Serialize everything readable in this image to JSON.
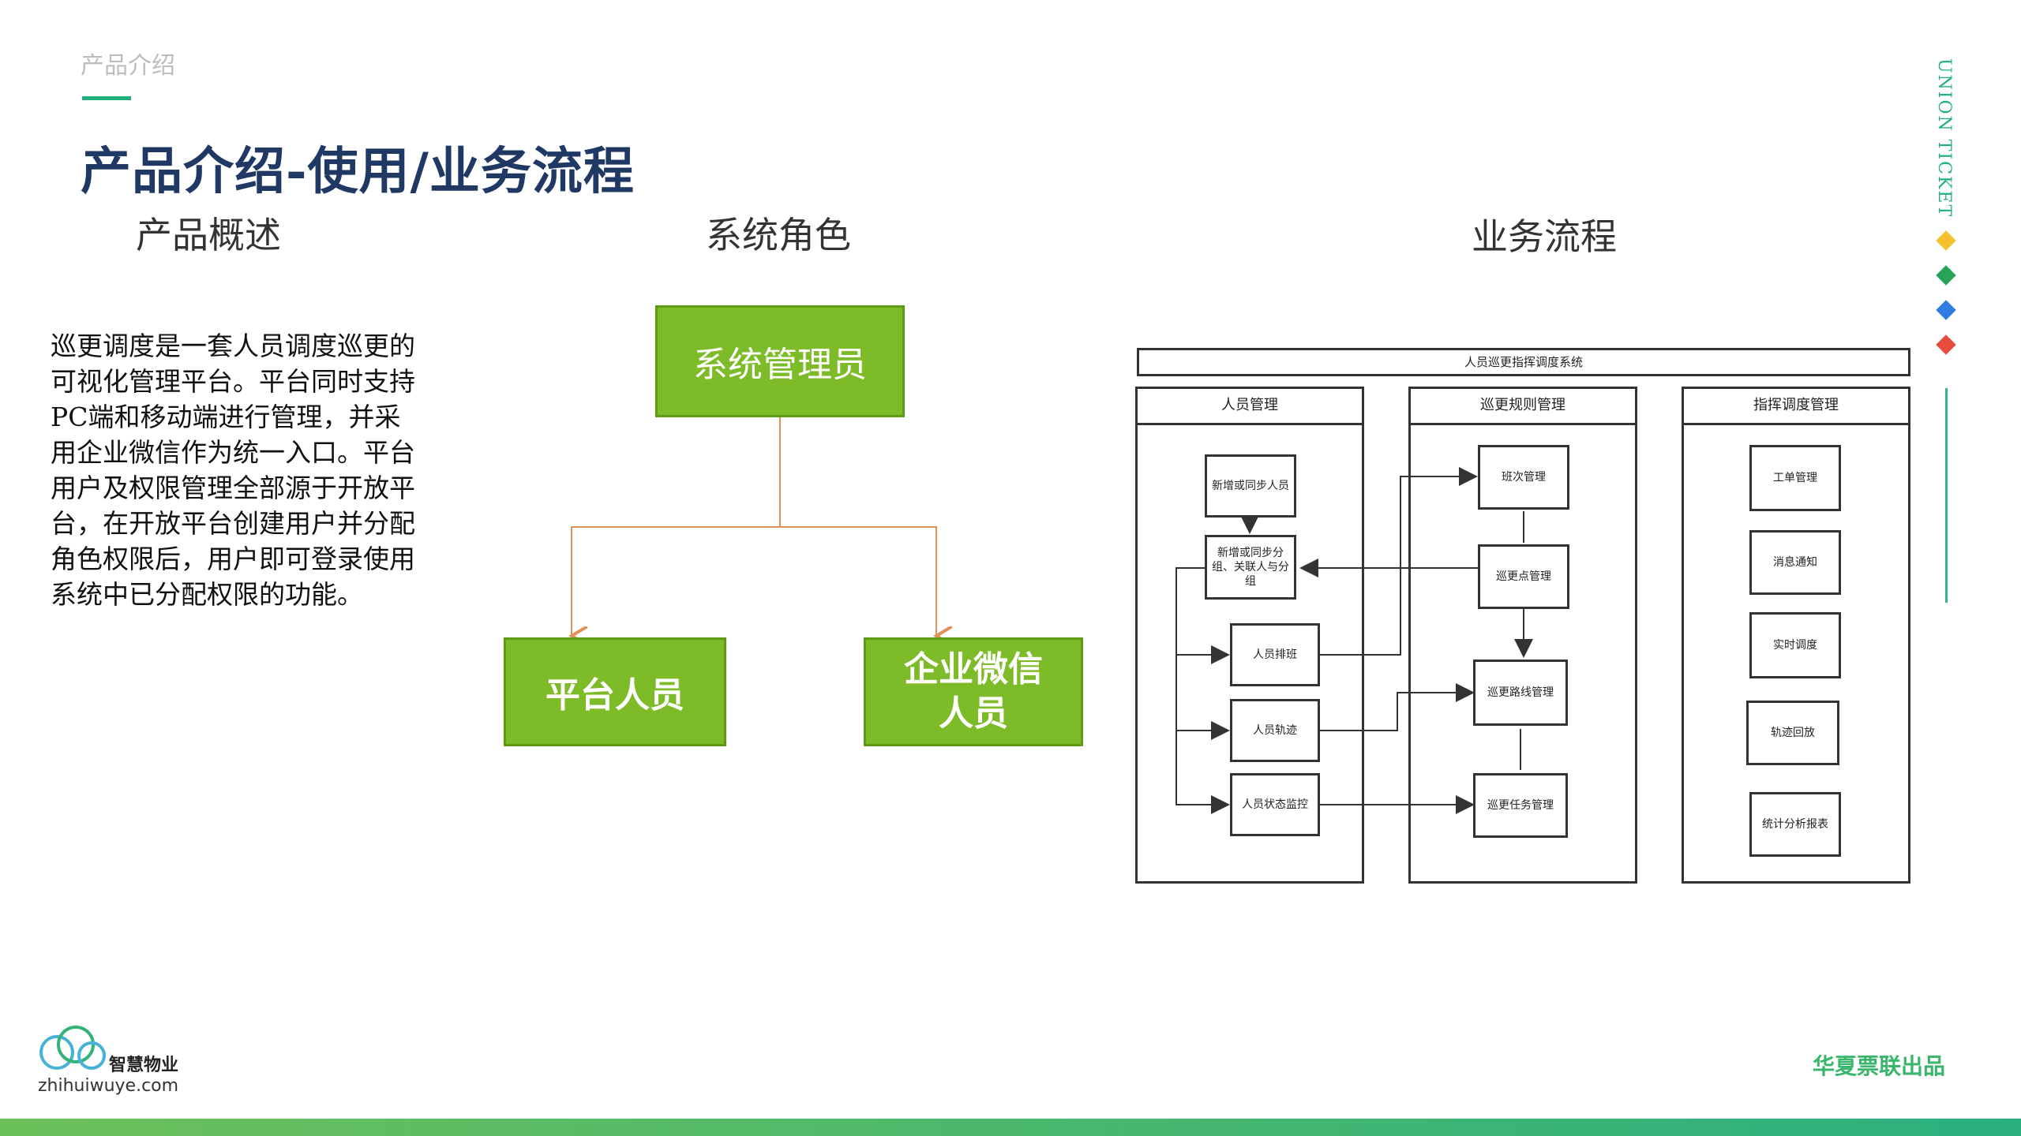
{
  "header": {
    "breadcrumb": "产品介绍",
    "title": "产品介绍-使用/业务流程"
  },
  "sections": {
    "overview_title": "产品概述",
    "roles_title": "系统角色",
    "flow_title": "业务流程"
  },
  "overview": {
    "text": "巡更调度是一套人员调度巡更的可视化管理平台。平台同时支持PC端和移动端进行管理，并采用企业微信作为统一入口。平台用户及权限管理全部源于开放平台，在开放平台创建用户并分配角色权限后，用户即可登录使用系统中已分配权限的功能。"
  },
  "roles": {
    "admin": "系统管理员",
    "platform": "平台人员",
    "wecom_line1": "企业微信",
    "wecom_line2": "人员"
  },
  "flow": {
    "system_title": "人员巡更指挥调度系统",
    "lanes": [
      {
        "title": "人员管理",
        "nodes": [
          "新增或同步人员",
          "新增或同步分组、关联人与分组",
          "人员排班",
          "人员轨迹",
          "人员状态监控"
        ]
      },
      {
        "title": "巡更规则管理",
        "nodes": [
          "班次管理",
          "巡更点管理",
          "巡更路线管理",
          "巡更任务管理"
        ]
      },
      {
        "title": "指挥调度管理",
        "nodes": [
          "工单管理",
          "消息通知",
          "实时调度",
          "轨迹回放",
          "统计分析报表"
        ]
      }
    ]
  },
  "sidebar": {
    "label": "UNION TICKET",
    "dot_colors": [
      "#f5c12e",
      "#27a35a",
      "#2f7de1",
      "#e84c3d"
    ]
  },
  "footer": {
    "logo_text": "智慧物业",
    "logo_url": "zhihuiwuye.com",
    "brand": "华夏票联出品"
  },
  "colors": {
    "accent": "#22b07d",
    "title": "#1f3864",
    "role_green": "#7dbb28",
    "connector": "#e0925a"
  }
}
